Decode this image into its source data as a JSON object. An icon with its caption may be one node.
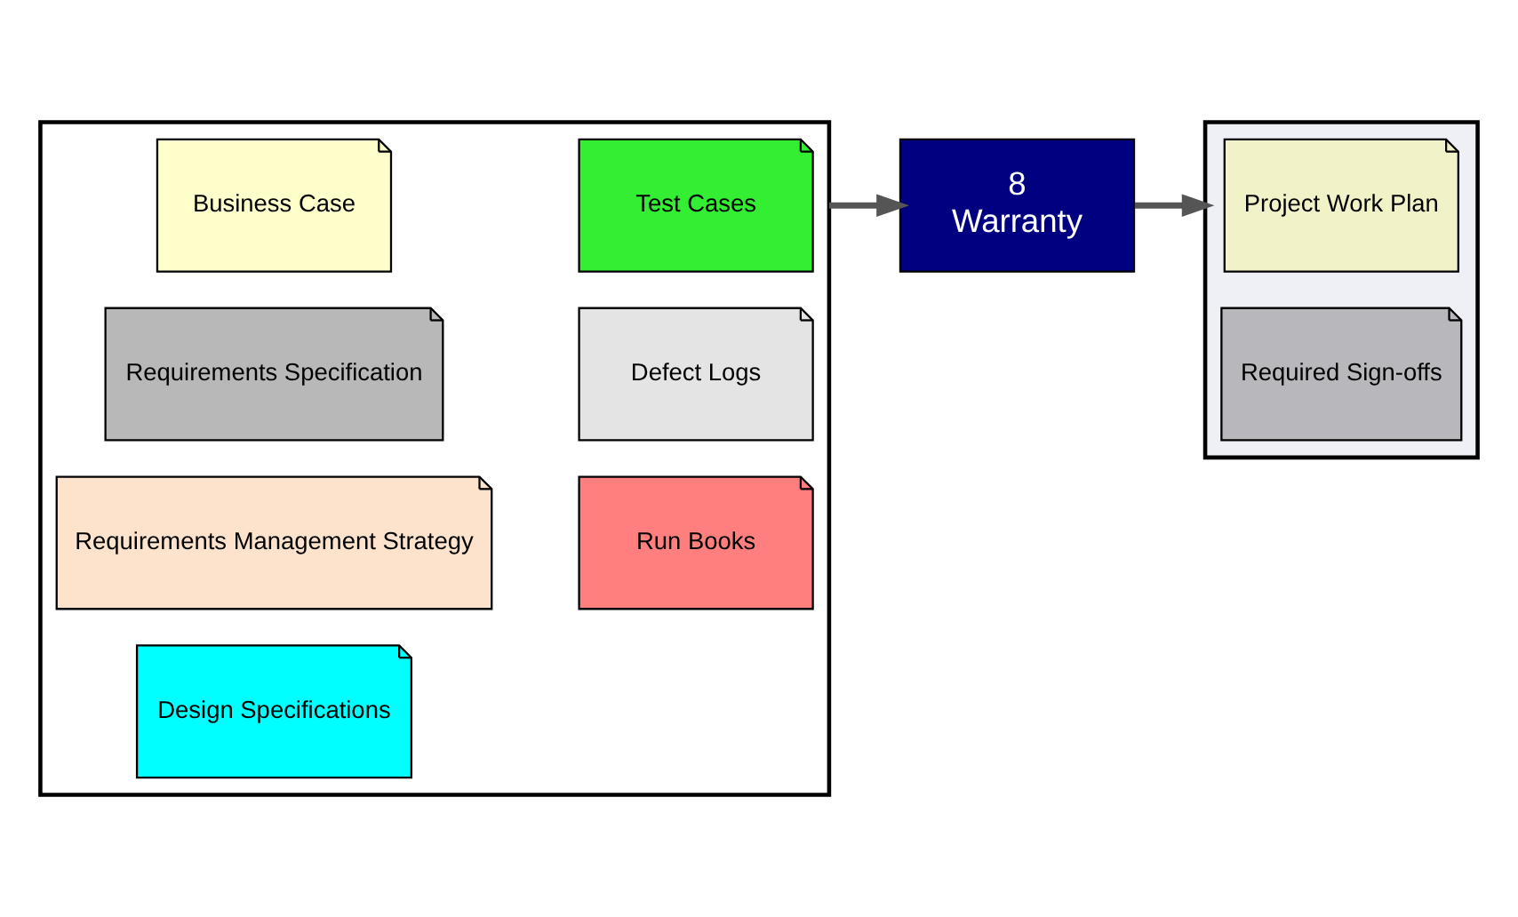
{
  "diagram": {
    "nodes": [
      {
        "text": [],
        "shape": "box"
      },
      {
        "text": [
          "Business Case"
        ],
        "in": 0
      },
      {
        "text": [
          "Requirements Specification"
        ],
        "in": 0
      },
      {
        "text": [
          "Requirements Management Strategy"
        ],
        "in": 0
      },
      {
        "text": [
          "Design Specifications"
        ],
        "in": 0
      },
      {
        "text": [
          "Test Cases"
        ],
        "in": 0
      },
      {
        "text": [
          "Defect Logs"
        ],
        "in": 0
      },
      {
        "text": [
          "Run Books"
        ],
        "in": 0
      },
      {
        "text": [
          "8",
          "Warranty"
        ]
      },
      {
        "text": [],
        "shape": "box"
      },
      {
        "text": [
          "Project Work Plan"
        ],
        "in": 9
      },
      {
        "text": [
          "Required Sign-offs"
        ],
        "in": 9
      }
    ],
    "edges": [
      {
        "from": 0,
        "to": 8,
        "arrow": "to"
      },
      {
        "from": 8,
        "to": 9,
        "arrow": "to"
      }
    ]
  }
}
